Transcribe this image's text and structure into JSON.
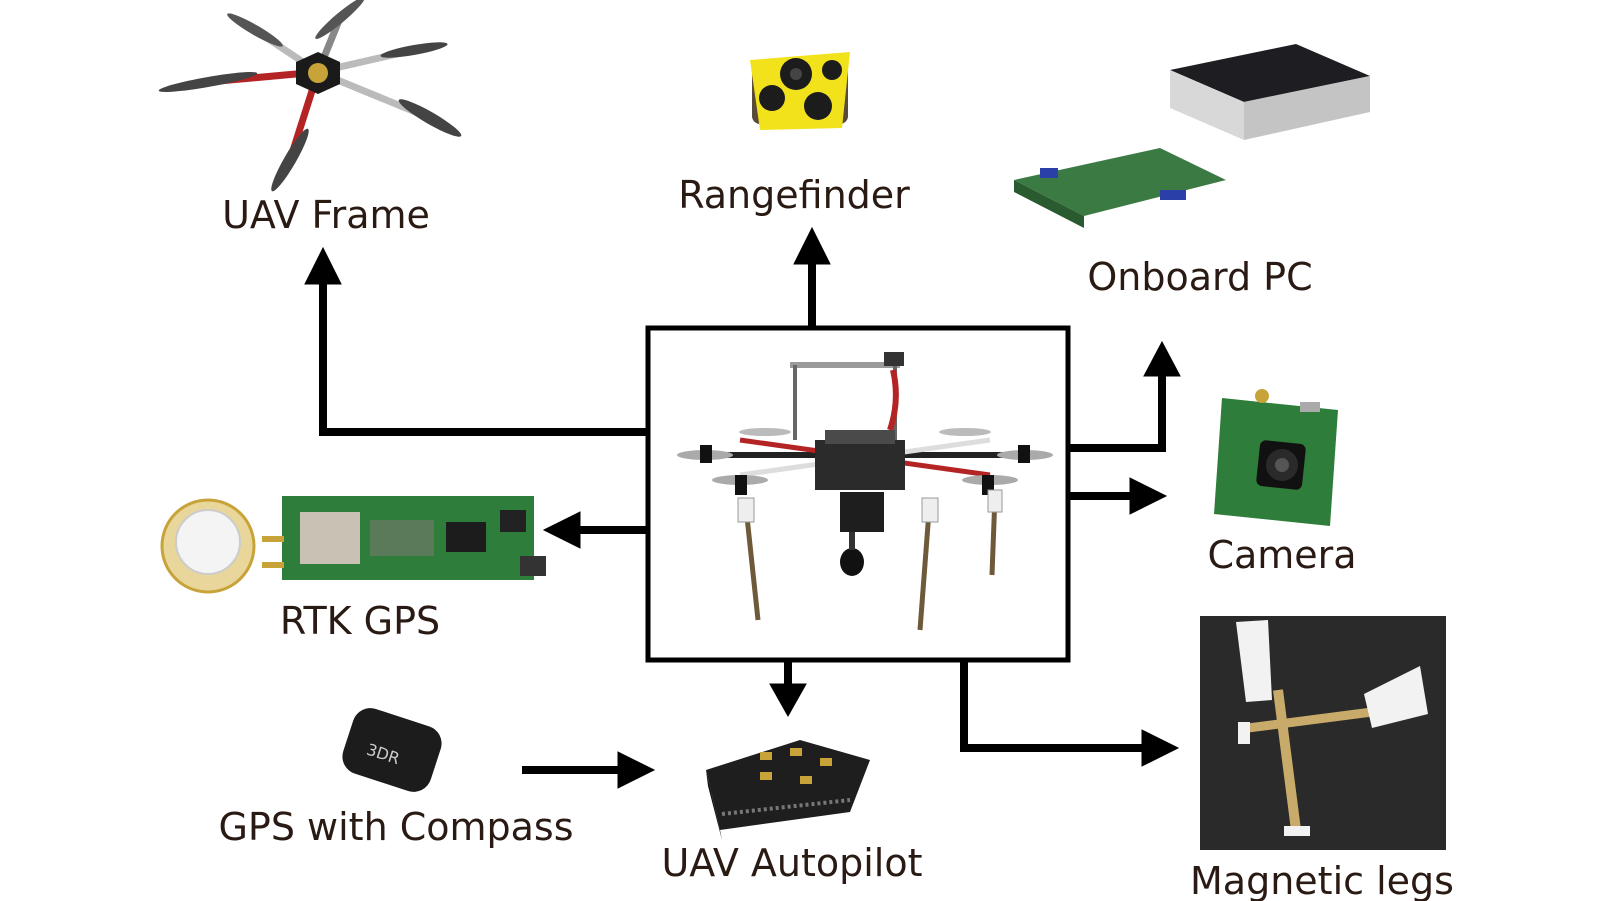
{
  "components": {
    "frame": "UAV Frame",
    "rangefinder": "Rangefinder",
    "onboard_pc": "Onboard PC",
    "camera": "Camera",
    "rtk_gps": "RTK GPS",
    "gps_compass": "GPS with Compass",
    "autopilot": "UAV Autopilot",
    "magnetic_legs": "Magnetic legs"
  },
  "colors": {
    "text": "#2a1a14",
    "arrow": "#000000",
    "pcb_green": "#2f7d3a",
    "frame_red": "#b52424",
    "legs_bg": "#2a2a2a",
    "rangefinder_yellow": "#f2e21c"
  },
  "icons": [
    "hexacopter-frame-image",
    "rangefinder-sensor-image",
    "onboard-pc-image",
    "camera-module-image",
    "rtk-gps-board-image",
    "gps-compass-puck-image",
    "autopilot-board-image",
    "magnetic-legs-photo",
    "uav-photo"
  ]
}
